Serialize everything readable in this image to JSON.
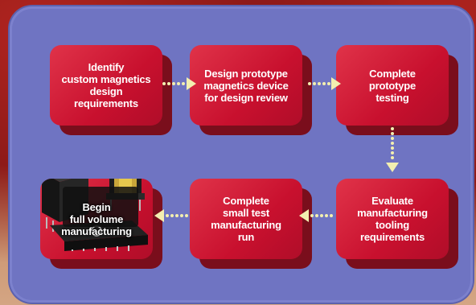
{
  "steps": [
    {
      "label": "Identify\ncustom magnetics\ndesign\nrequirements"
    },
    {
      "label": "Design prototype\nmagnetics device\nfor design review"
    },
    {
      "label": "Complete\nprototype\ntesting"
    },
    {
      "label": "Evaluate\nmanufacturing\ntooling\nrequirements"
    },
    {
      "label": "Complete\nsmall test\nmanufacturing\nrun"
    },
    {
      "label": "Begin\nfull volume\nmanufacturing"
    }
  ],
  "colors": {
    "panel": "#6f74c2",
    "step_face": "#c8102e",
    "step_shadow": "#7a0e1c",
    "arrow": "#f3efb0"
  }
}
